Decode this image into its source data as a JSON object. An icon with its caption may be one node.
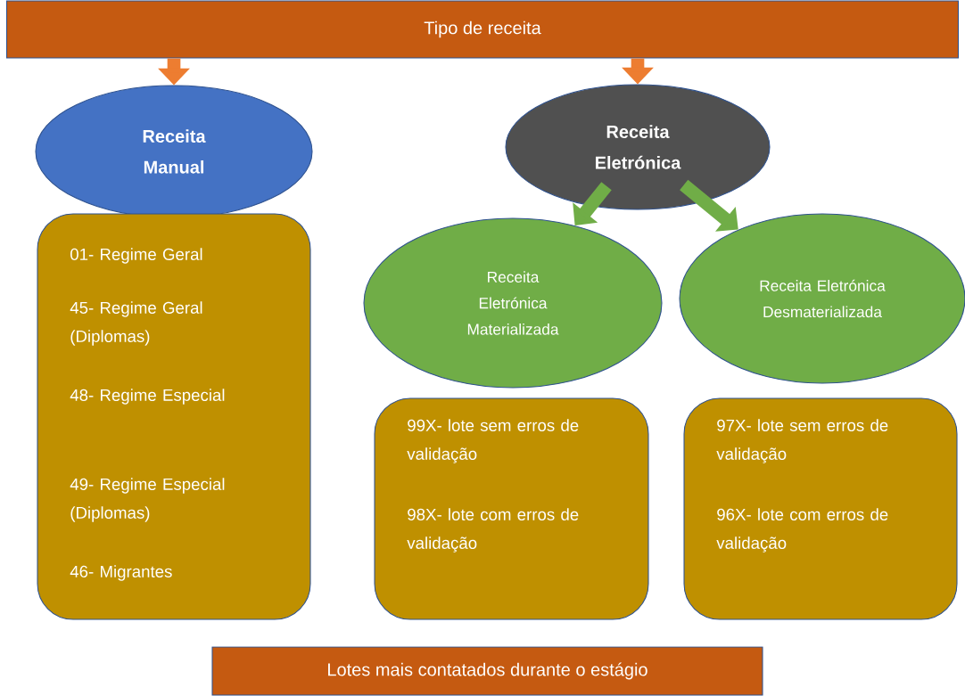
{
  "diagram": {
    "nodes": [
      {
        "text": [
          "Tipo de receita"
        ]
      },
      {
        "text": [
          "Receita Manual"
        ]
      },
      {
        "text": [
          "Receita Eletrónica"
        ]
      },
      {
        "text": [
          "Receita Eletrónica Materializada"
        ]
      },
      {
        "text": [
          "Receita Eletrónica Desmaterializada"
        ]
      },
      {
        "text": [
          "01- Regime Geral",
          "45- Regime Geral (Diplomas)",
          "48- Regime Especial",
          "49- Regime Especial (Diplomas)",
          "46- Migrantes"
        ]
      },
      {
        "text": [
          "99X- lote sem erros de validação",
          "98X- lote com erros de validação"
        ]
      },
      {
        "text": [
          "97X- lote sem erros de validação",
          "96X- lote com erros de validação"
        ]
      },
      {
        "text": [
          "Lotes mais contatados durante o estágio"
        ]
      }
    ],
    "edges": [
      {
        "from": 0,
        "to": 1,
        "arrow": "to",
        "color": "#ed7d31"
      },
      {
        "from": 0,
        "to": 2,
        "arrow": "to",
        "color": "#ed7d31"
      },
      {
        "from": 2,
        "to": 3,
        "arrow": "to",
        "color": "#70ad47"
      },
      {
        "from": 2,
        "to": 4,
        "arrow": "to",
        "color": "#70ad47"
      }
    ]
  }
}
